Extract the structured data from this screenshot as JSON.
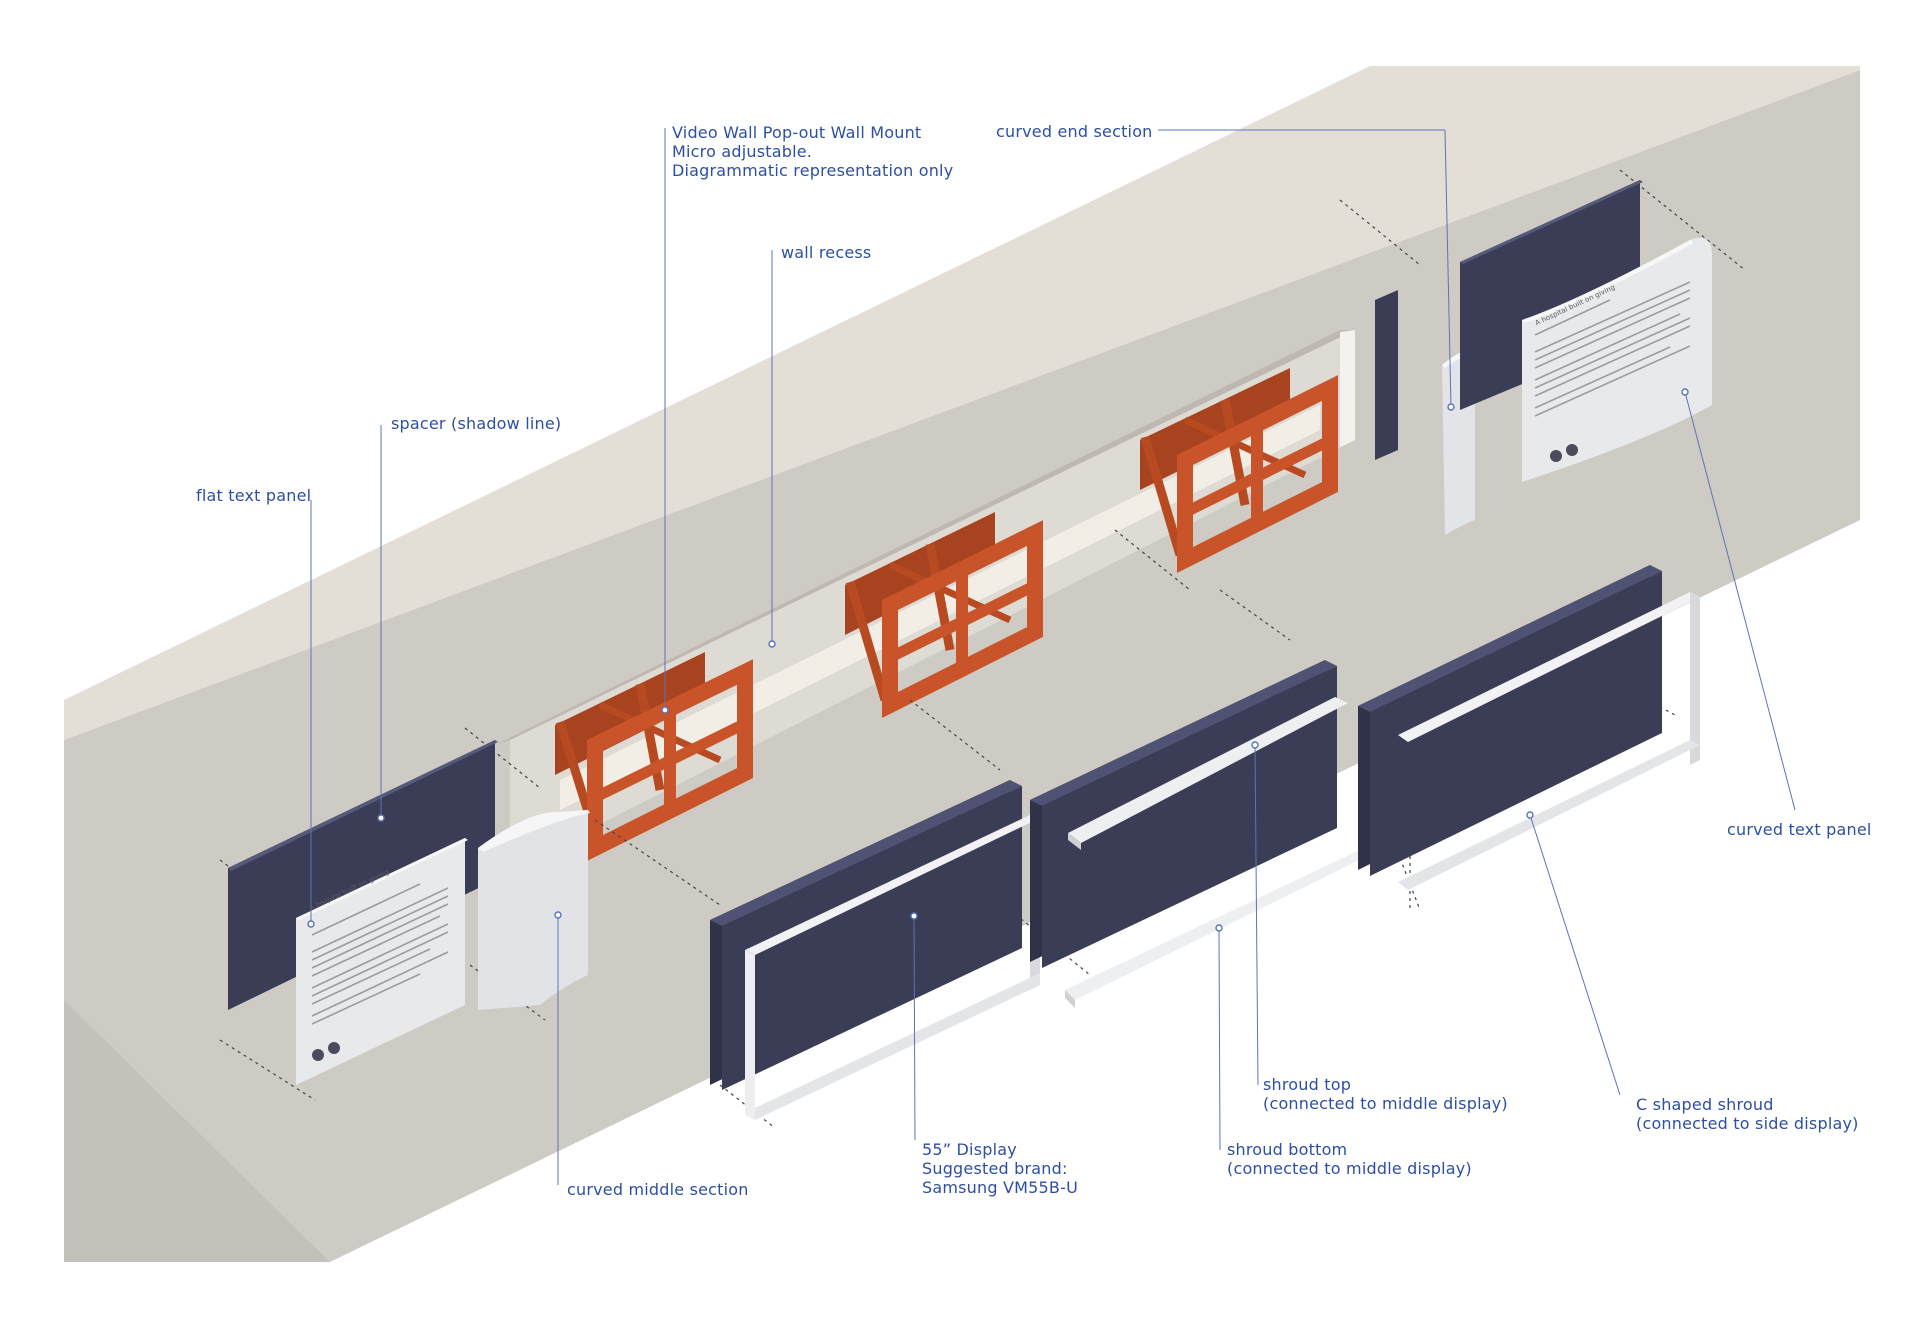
{
  "colors": {
    "label_blue": "#2d4fa3",
    "wall_face": "#cfcdc8",
    "wall_top": "#e4e0d8",
    "display_navy": "#3a3d55",
    "mount_orange": "#c9542a",
    "panel_white": "#e9eaec"
  },
  "labels": {
    "mount": [
      "Video Wall Pop-out Wall Mount",
      "Micro adjustable.",
      "Diagrammatic representation only"
    ],
    "curved_end": "curved end section",
    "wall_recess": "wall recess",
    "spacer": "spacer (shadow line)",
    "flat_panel": "flat text panel",
    "curved_panel": "curved text panel",
    "shroud_top": [
      "shroud top",
      "(connected to middle display)"
    ],
    "c_shroud": [
      "C shaped shroud",
      "(connected to side display)"
    ],
    "display": [
      "55” Display",
      "Suggested brand:",
      "Samsung VM55B-U"
    ],
    "shroud_bottom": [
      "shroud bottom",
      "(connected to middle display)"
    ],
    "curved_middle": "curved middle section"
  },
  "panel_text": {
    "heading": "A hospital built on giving"
  }
}
